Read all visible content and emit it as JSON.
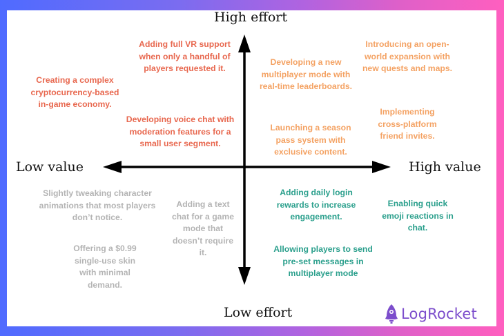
{
  "axes": {
    "top": "High effort",
    "bottom": "Low effort",
    "left": "Low value",
    "right": "High value"
  },
  "quadrants": {
    "high_effort_low_value": {
      "color": "#e8684f",
      "items": [
        "Adding full VR support when only a handful of players requested it.",
        "Creating a complex cryptocurrency-based in-game economy.",
        "Developing voice chat with moderation features for a small user segment."
      ]
    },
    "high_effort_high_value": {
      "color": "#f4a263",
      "items": [
        "Developing a new multiplayer mode with real-time leaderboards.",
        "Introducing an open-world expansion with new quests and maps.",
        "Launching a season pass system with exclusive content.",
        "Implementing cross-platform friend invites."
      ]
    },
    "low_effort_low_value": {
      "color": "#b4b4b4",
      "items": [
        "Slightly tweaking character animations that most players don’t notice.",
        "Adding a text chat for a game mode that doesn’t require it.",
        "Offering a $0.99 single-use skin with minimal demand."
      ]
    },
    "low_effort_high_value": {
      "color": "#2a9f8c",
      "items": [
        "Adding daily login rewards to increase engagement.",
        "Enabling quick emoji reactions in chat.",
        "Allowing players to send pre-set messages in multiplayer mode"
      ]
    }
  },
  "brand": {
    "logo_text": "LogRocket",
    "logo_icon": "rocket-icon",
    "color": "#7c4dcc"
  }
}
